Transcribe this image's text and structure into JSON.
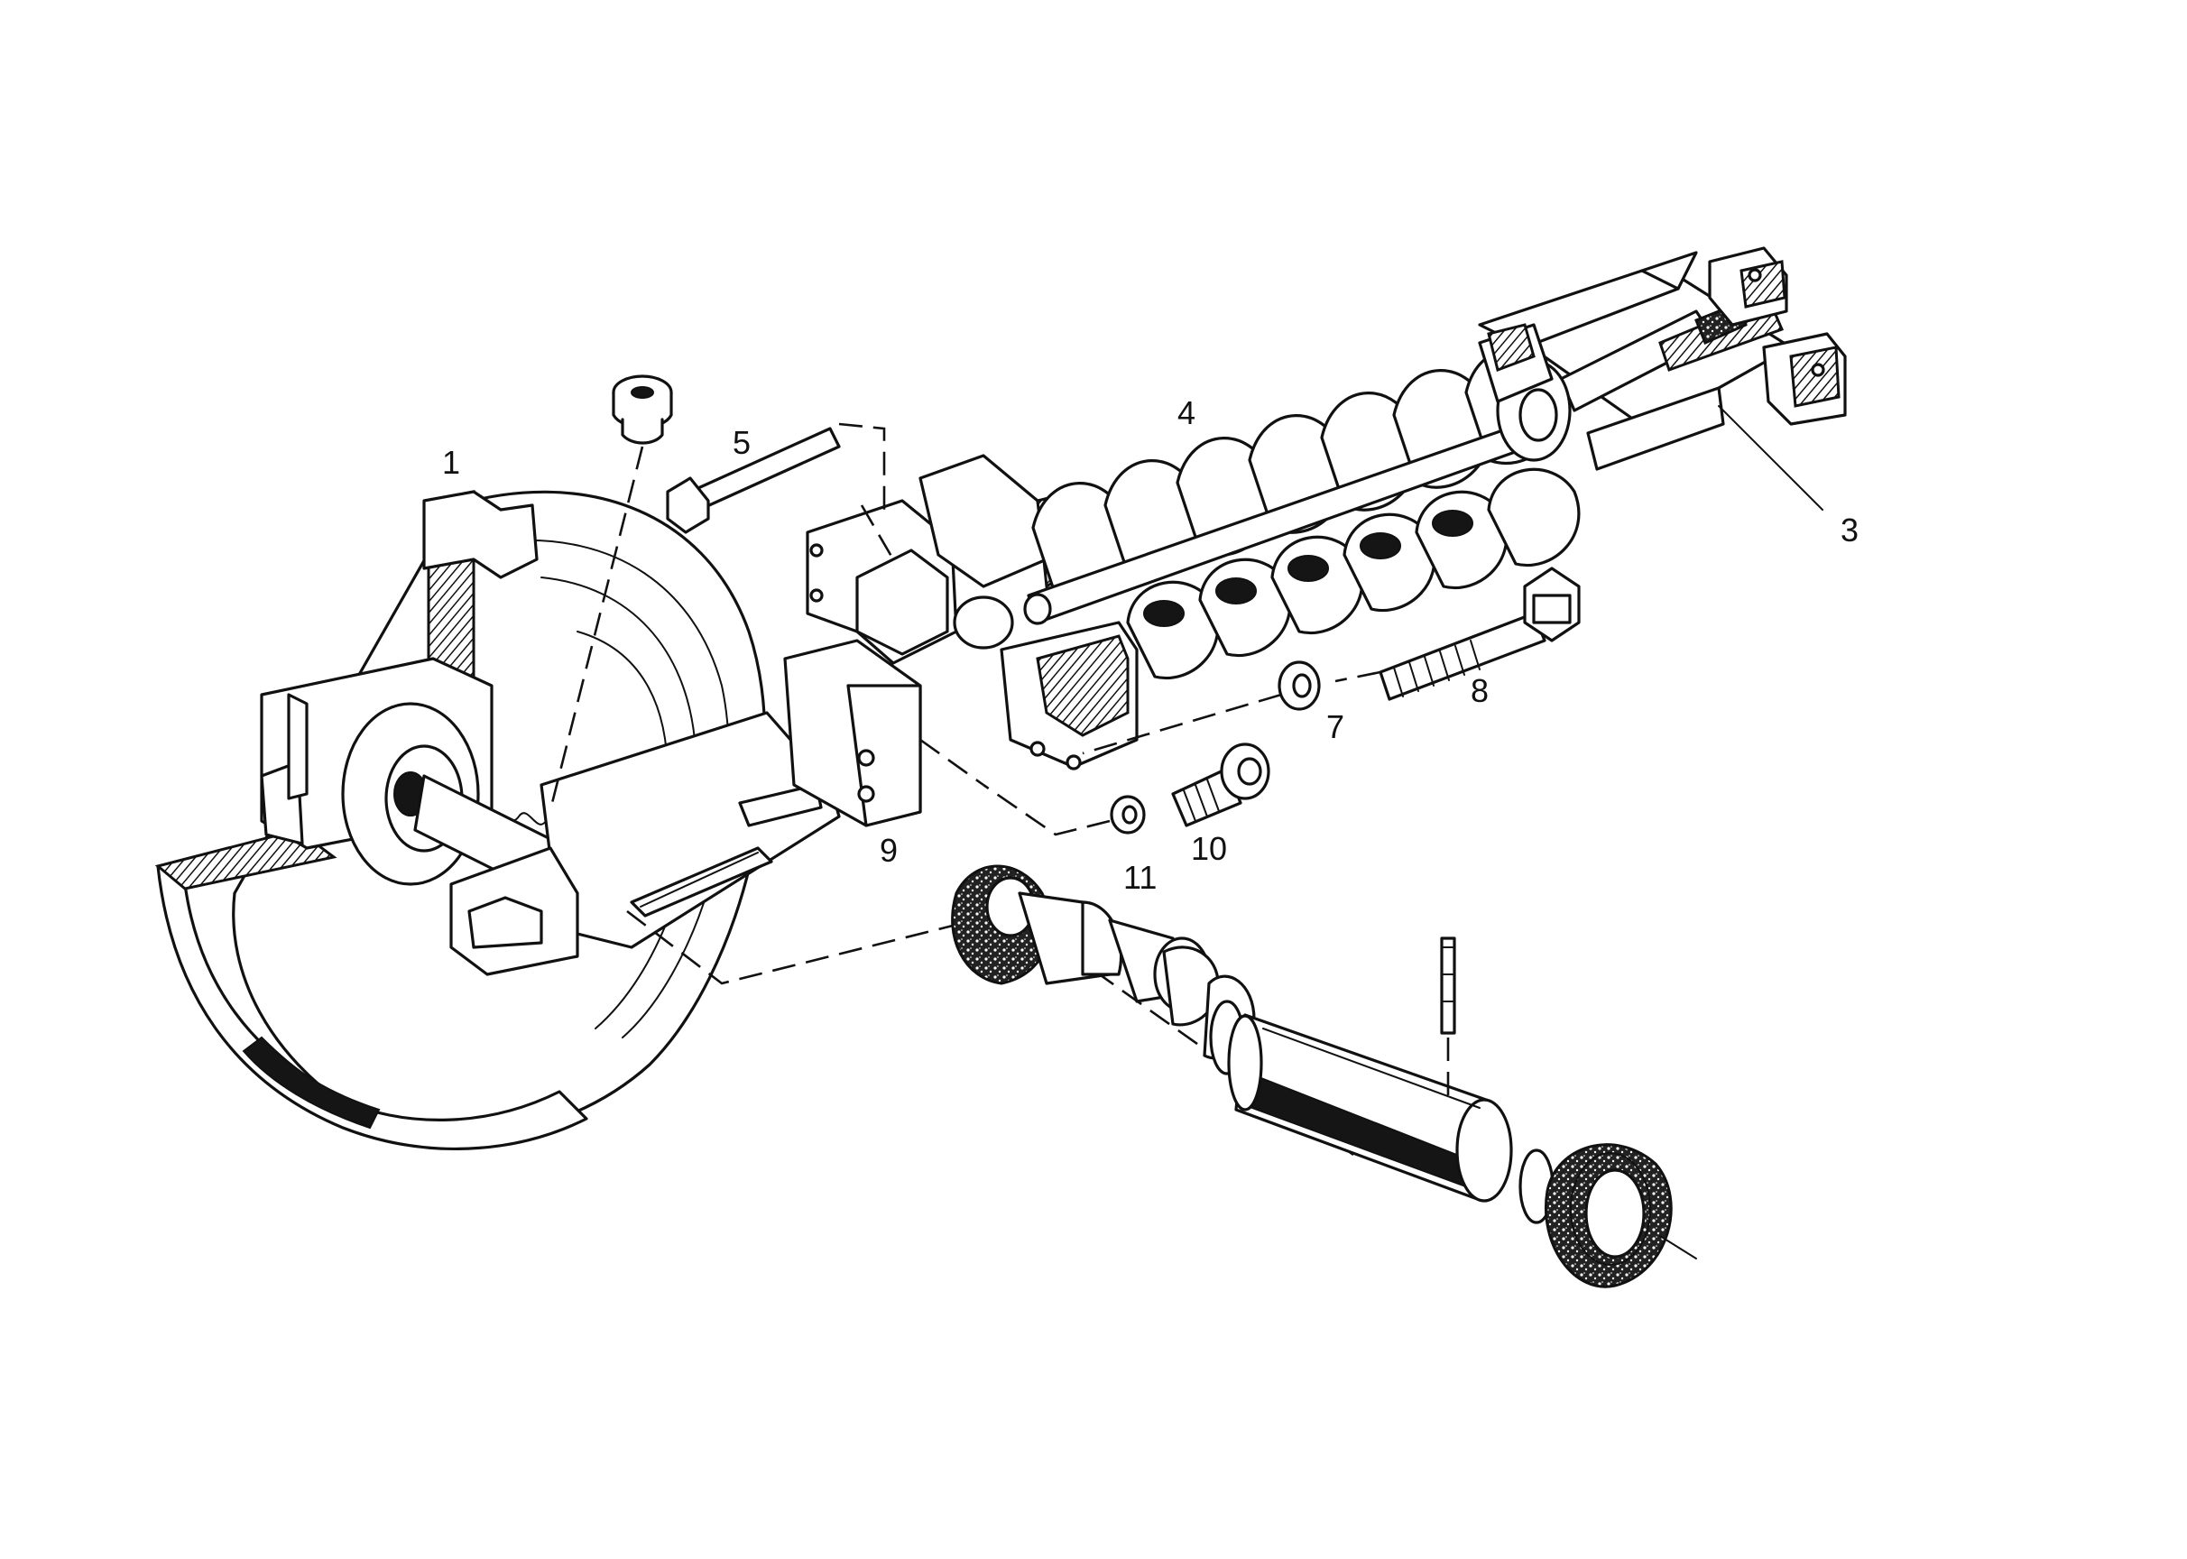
{
  "diagram": {
    "callouts": [
      {
        "id": "1",
        "text": "1"
      },
      {
        "id": "3",
        "text": "3"
      },
      {
        "id": "4",
        "text": "4"
      },
      {
        "id": "5",
        "text": "5"
      },
      {
        "id": "7",
        "text": "7"
      },
      {
        "id": "8",
        "text": "8"
      },
      {
        "id": "9",
        "text": "9"
      },
      {
        "id": "10",
        "text": "10"
      },
      {
        "id": "11",
        "text": "11"
      }
    ],
    "parts": [
      {
        "name": "idler-wheel"
      },
      {
        "name": "recoil-spring"
      },
      {
        "name": "tension-rod"
      },
      {
        "name": "bolt"
      },
      {
        "name": "washer"
      },
      {
        "name": "threaded-bolt"
      },
      {
        "name": "mounting-block"
      },
      {
        "name": "plug-screw"
      },
      {
        "name": "shaft"
      },
      {
        "name": "seal-ring"
      },
      {
        "name": "bearing-bushing"
      },
      {
        "name": "roll-pin"
      }
    ]
  }
}
